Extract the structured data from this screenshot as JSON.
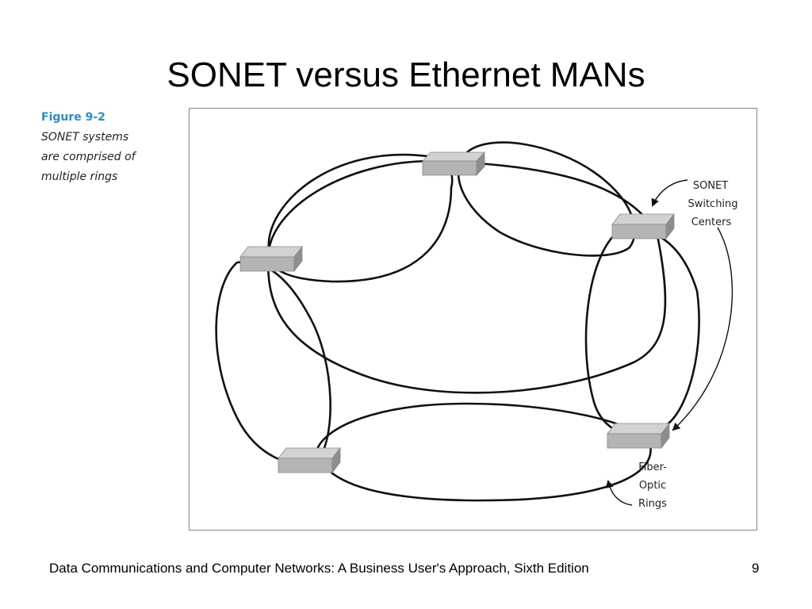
{
  "slide": {
    "title": "SONET versus Ethernet MANs",
    "footer": "Data Communications and Computer Networks: A Business User's Approach, Sixth Edition",
    "page_number": "9"
  },
  "figure": {
    "label": "Figure 9-2",
    "description": "SONET systems\nare comprised of\nmultiple rings",
    "labels": {
      "sonet_line1": "SONET",
      "sonet_line2": "Switching",
      "sonet_line3": "Centers",
      "fiber_line1": "Fiber-",
      "fiber_line2": "Optic",
      "fiber_line3": "Rings"
    }
  },
  "colors": {
    "figure_label": "#2a8cc9",
    "switch_top": "#d2d2d2",
    "switch_front": "#b4b4b4",
    "switch_side": "#8e8e8e"
  }
}
